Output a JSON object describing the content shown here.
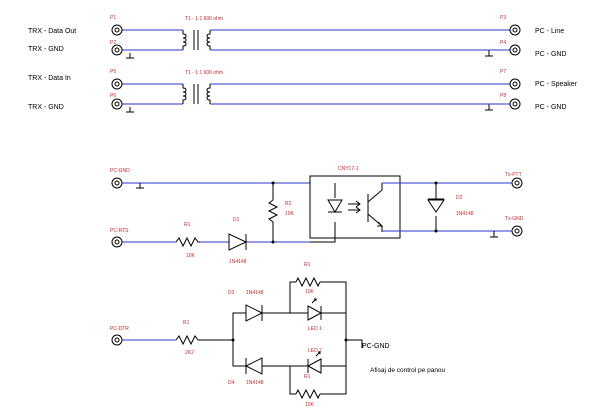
{
  "top": {
    "left_labels": [
      "TRX - Data Out",
      "TRX - GND",
      "TRX - Data In",
      "TRX - GND"
    ],
    "right_labels": [
      "PC - Line",
      "PC - GND",
      "PC - Speaker",
      "PC - GND"
    ],
    "ports_left": [
      "P1",
      "P2",
      "P5",
      "P6"
    ],
    "ports_right": [
      "P3",
      "P4",
      "P7",
      "P8"
    ],
    "transformer_top": "T1 - 1:1 600 ohm",
    "transformer_bottom": "T1 - 1:1 600 ohm"
  },
  "ptt": {
    "pc_gnd": "PC-GND",
    "pc_rts": "PC-RTS",
    "r1": "R1",
    "r1_val": "10K",
    "d1": "D1",
    "d1_val": "1N4148",
    "r2": "R2",
    "r2_val": "10K",
    "optocoupler": "CNY17-1",
    "d2": "D2",
    "d2_val": "1N4148",
    "tx_ptt": "Tx-PTT",
    "tx_gnd": "Tx-GND"
  },
  "led": {
    "pc_dtr": "PC-DTR",
    "r1": "R1",
    "r1_val": "2K2",
    "d3": "D3",
    "d3_val": "1N4148",
    "d4": "D4",
    "d4_val": "1N4148",
    "r_top": "R1",
    "r_top_val": "10K",
    "r_bot": "R1",
    "r_bot_val": "10K",
    "led1": "LED 1",
    "led2": "LED 2",
    "pc_gnd": "PC-GND",
    "caption": "Afisaj de control pe panou"
  }
}
